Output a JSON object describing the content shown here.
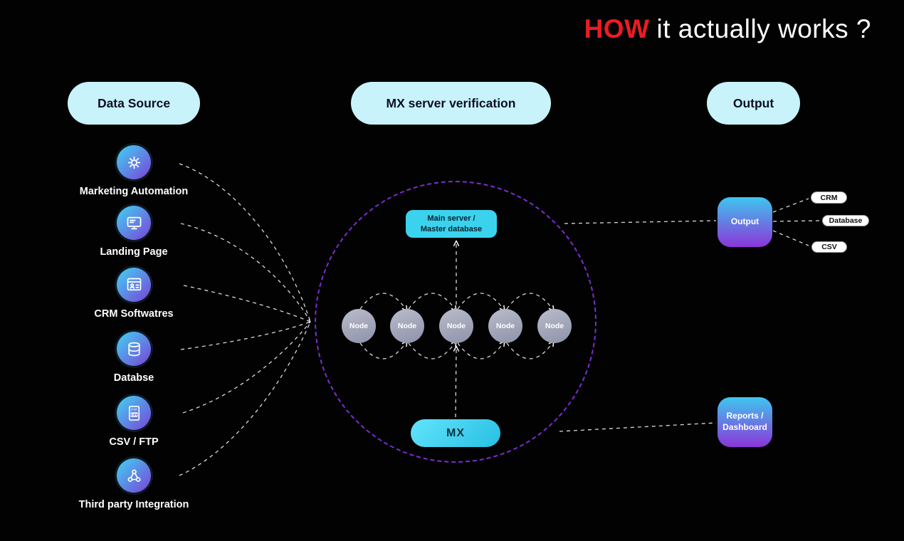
{
  "title": {
    "highlight": "HOW",
    "rest": "it actually works ?"
  },
  "headers": {
    "data_source": "Data Source",
    "mx_verification": "MX server verification",
    "output": "Output"
  },
  "sources": [
    {
      "label": "Marketing Automation",
      "icon": "marketing-automation-icon"
    },
    {
      "label": "Landing Page",
      "icon": "landing-page-icon"
    },
    {
      "label": "CRM Softwatres",
      "icon": "crm-software-icon"
    },
    {
      "label": "Databse",
      "icon": "database-icon"
    },
    {
      "label": "CSV / FTP",
      "icon": "csv-ftp-icon"
    },
    {
      "label": "Third party Integration",
      "icon": "third-party-integration-icon"
    }
  ],
  "center": {
    "main_server_line1": "Main server /",
    "main_server_line2": "Master database",
    "nodes": [
      "Node",
      "Node",
      "Node",
      "Node",
      "Node"
    ],
    "mx": "MX"
  },
  "outputs": {
    "output_label": "Output",
    "reports_line1": "Reports /",
    "reports_line2": "Dashboard",
    "labels": [
      "CRM",
      "Database",
      "CSV"
    ]
  },
  "colors": {
    "accent_red": "#ec1c24",
    "pill_bg": "#c9f3fb",
    "cyan_box": "#3bd2ee",
    "purple_dash": "#7a2ed2",
    "gradient_top": "#3ec6ef",
    "gradient_bottom": "#8c35d8",
    "node_gray": "#9a9eb2"
  }
}
